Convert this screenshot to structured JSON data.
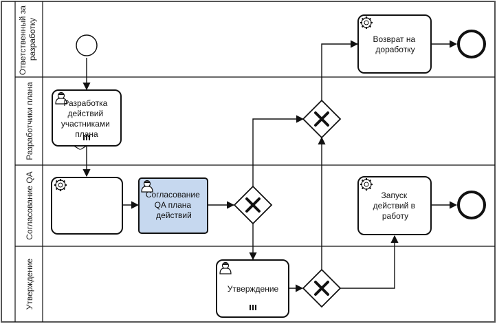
{
  "lanes": [
    {
      "label": "Ответственный за разработку"
    },
    {
      "label": "Разработчики плана"
    },
    {
      "label": "Согласование QA"
    },
    {
      "label": "Утверждение"
    }
  ],
  "tasks": {
    "return": {
      "label": "Возврат на доработку",
      "type": "service",
      "icon": "gear-icon"
    },
    "develop": {
      "label": "Разработка действий участниками плана",
      "type": "user",
      "icon": "user-icon",
      "marker": "parallel-multi-instance"
    },
    "qa_empty": {
      "label": "",
      "type": "service",
      "icon": "gear-icon"
    },
    "qa_approve": {
      "label": "Согласование QA плана действий",
      "type": "user",
      "icon": "user-icon",
      "selected": true
    },
    "launch": {
      "label": "Запуск действий в работу",
      "type": "service",
      "icon": "gear-icon"
    },
    "approve": {
      "label": "Утверждение",
      "type": "user",
      "icon": "user-icon",
      "marker": "parallel-multi-instance"
    }
  },
  "gateways": [
    {
      "id": "gw-qa",
      "type": "exclusive"
    },
    {
      "id": "gw-plan",
      "type": "exclusive"
    },
    {
      "id": "gw-approve",
      "type": "exclusive"
    }
  ],
  "events": [
    {
      "id": "start",
      "type": "start"
    },
    {
      "id": "end-return",
      "type": "end"
    },
    {
      "id": "end-launch",
      "type": "end"
    }
  ],
  "colors": {
    "selected_fill": "#c6d8ef",
    "stroke": "#111111"
  }
}
